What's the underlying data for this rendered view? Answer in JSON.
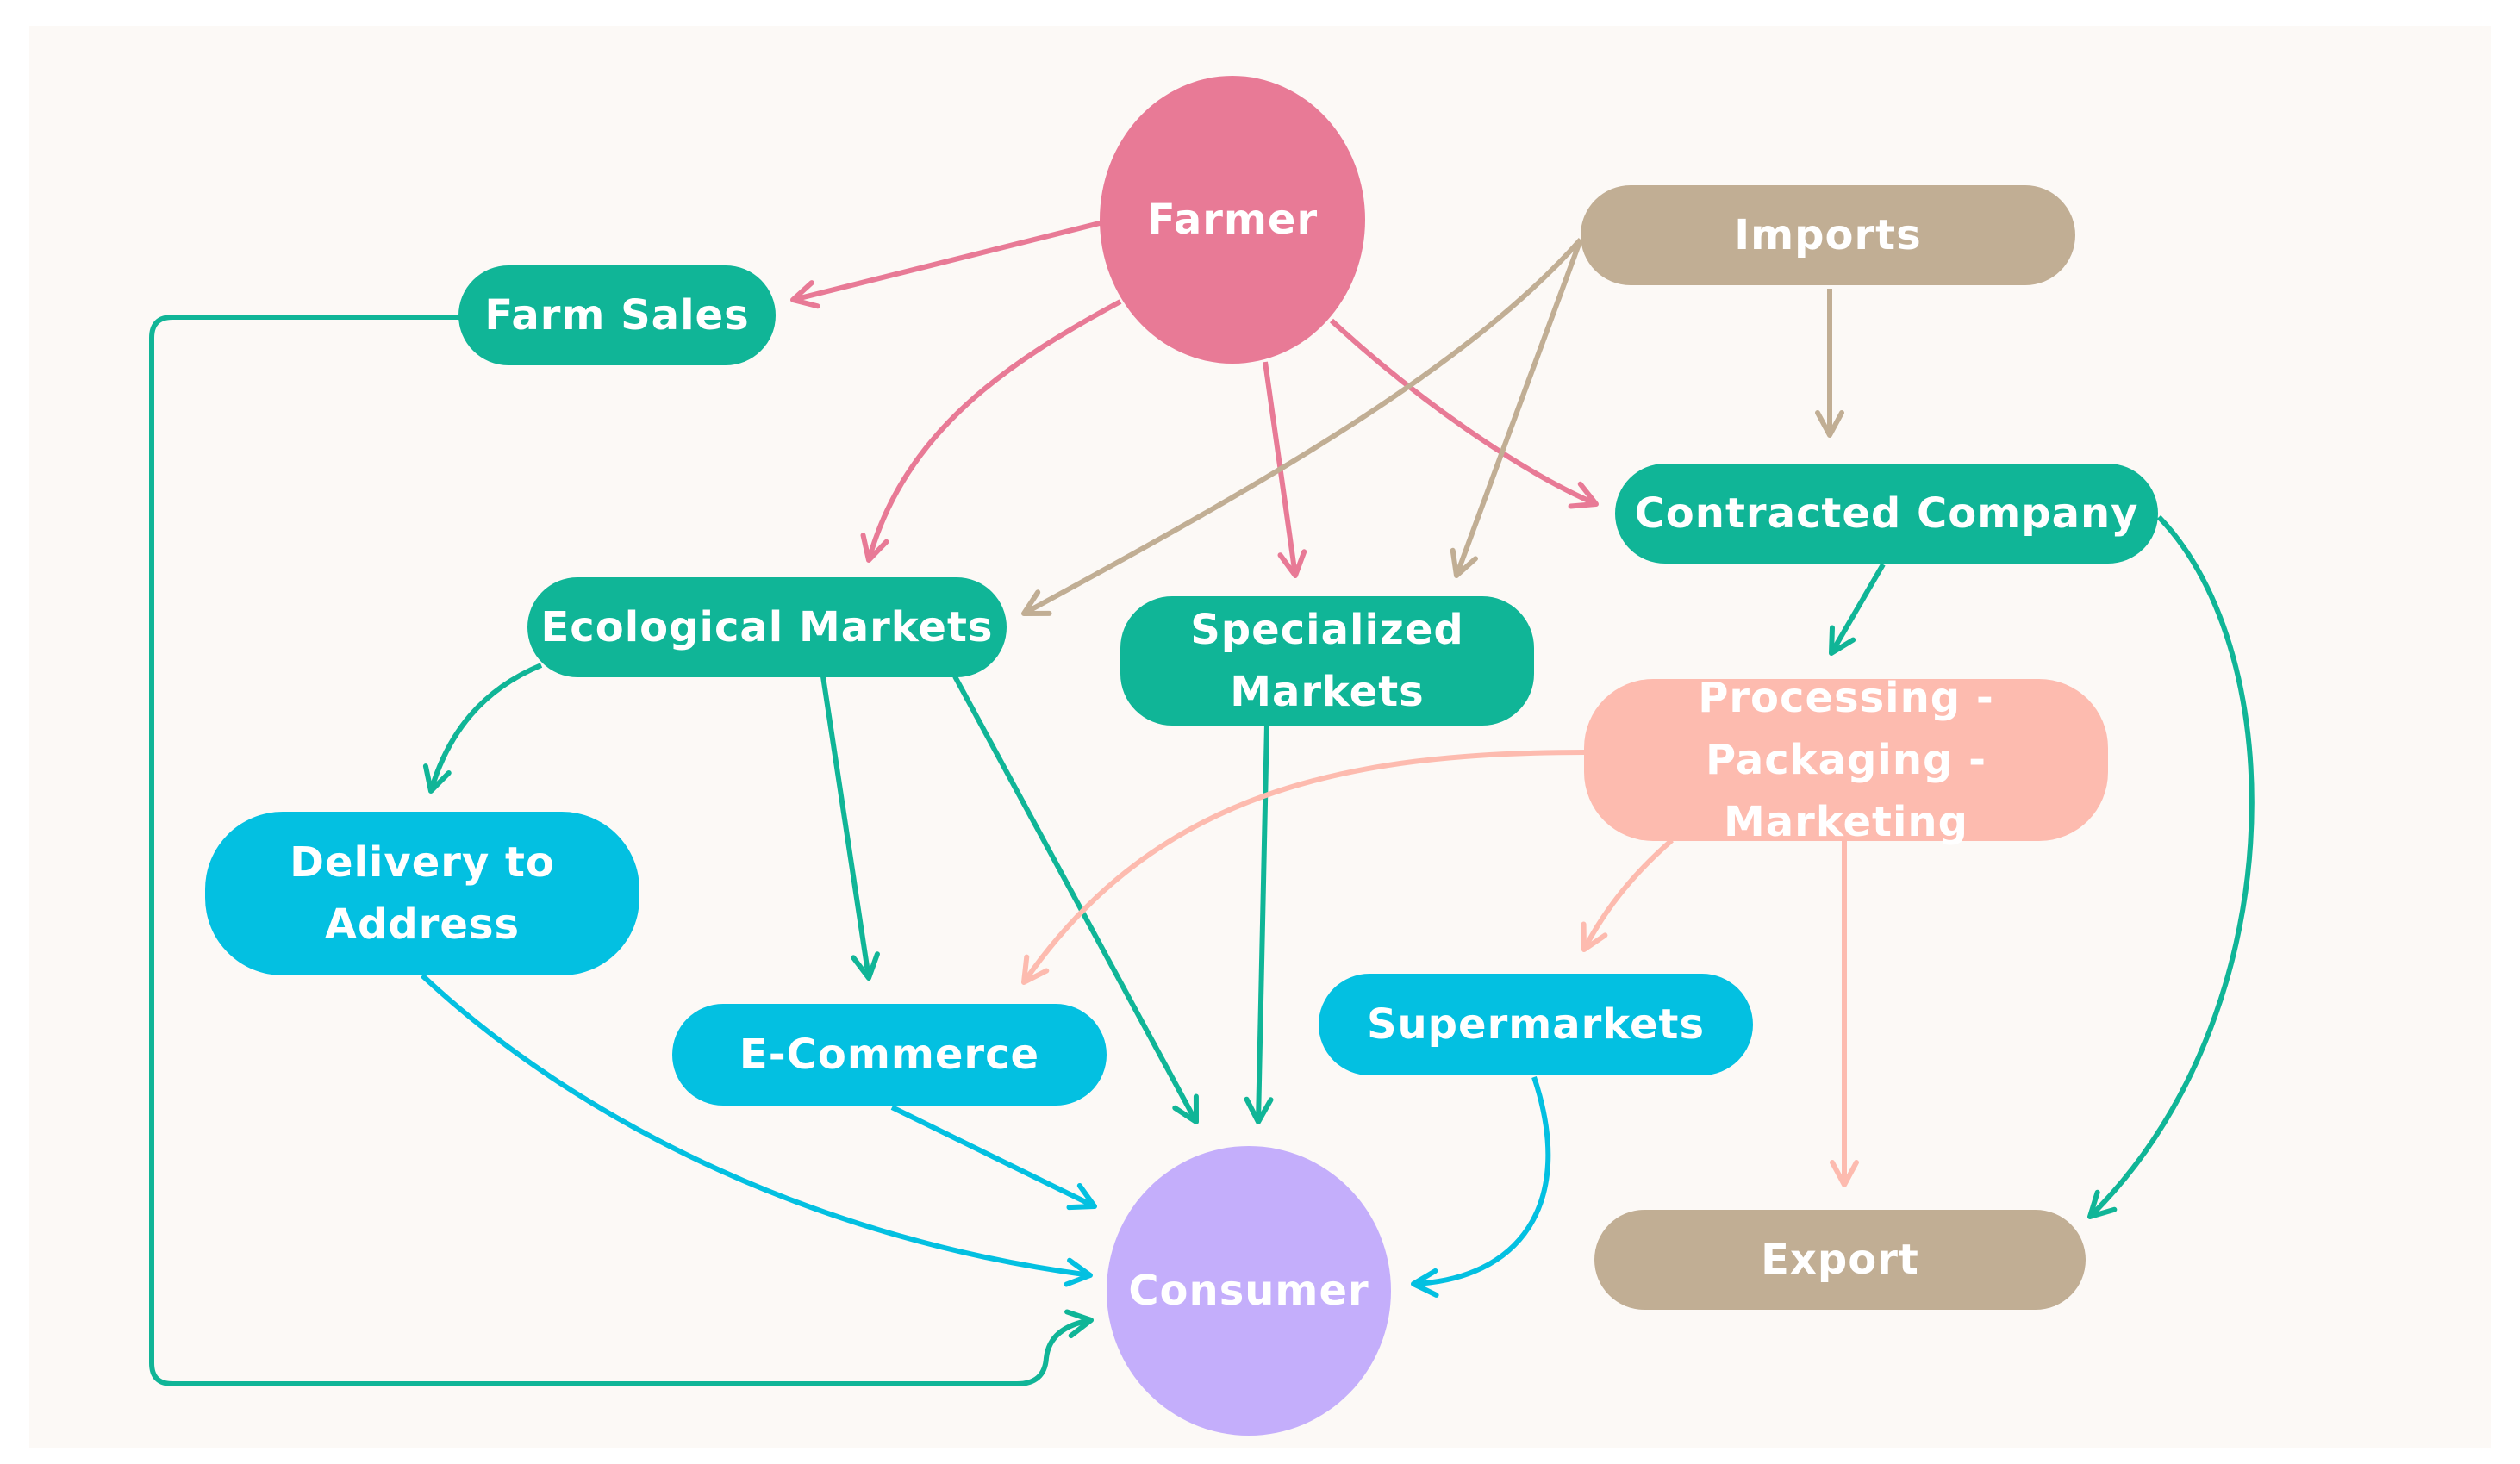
{
  "colors": {
    "background": "#fcf9f6",
    "farmer": "#e87a96",
    "teal": "#10b597",
    "cyan": "#03c0e1",
    "tan": "#c1ae94",
    "salmon": "#fdbbaf",
    "consumer": "#c4aefb",
    "text": "#ffffff"
  },
  "nodes": {
    "farmer": "Farmer",
    "farm_sales": "Farm Sales",
    "imports": "Imports",
    "contracted_company": "Contracted Company",
    "ecological_markets": "Ecological Markets",
    "specialized_markets": "Specialized\nMarkets",
    "processing": "Processing -\nPackaging - Marketing",
    "delivery": "Delivery to\nAddress",
    "ecommerce": "E-Commerce",
    "supermarkets": "Supermarkets",
    "consumer": "Consumer",
    "export": "Export"
  },
  "edges": [
    {
      "from": "Farmer",
      "to": "Farm Sales",
      "color": "farmer"
    },
    {
      "from": "Farmer",
      "to": "Ecological Markets",
      "color": "farmer"
    },
    {
      "from": "Farmer",
      "to": "Specialized Markets",
      "color": "farmer"
    },
    {
      "from": "Farmer",
      "to": "Contracted Company",
      "color": "farmer"
    },
    {
      "from": "Imports",
      "to": "Ecological Markets",
      "color": "tan"
    },
    {
      "from": "Imports",
      "to": "Specialized Markets",
      "color": "tan"
    },
    {
      "from": "Imports",
      "to": "Contracted Company",
      "color": "tan"
    },
    {
      "from": "Farm Sales",
      "to": "Consumer",
      "color": "teal"
    },
    {
      "from": "Contracted Company",
      "to": "Processing - Packaging - Marketing",
      "color": "teal"
    },
    {
      "from": "Contracted Company",
      "to": "Export",
      "color": "teal"
    },
    {
      "from": "Ecological Markets",
      "to": "Delivery to Address",
      "color": "teal"
    },
    {
      "from": "Ecological Markets",
      "to": "E-Commerce",
      "color": "teal"
    },
    {
      "from": "Ecological Markets",
      "to": "Consumer",
      "color": "teal"
    },
    {
      "from": "Specialized Markets",
      "to": "Consumer",
      "color": "teal"
    },
    {
      "from": "Processing - Packaging - Marketing",
      "to": "E-Commerce",
      "color": "salmon"
    },
    {
      "from": "Processing - Packaging - Marketing",
      "to": "Supermarkets",
      "color": "salmon"
    },
    {
      "from": "Processing - Packaging - Marketing",
      "to": "Export",
      "color": "salmon"
    },
    {
      "from": "Delivery to Address",
      "to": "Consumer",
      "color": "cyan"
    },
    {
      "from": "E-Commerce",
      "to": "Consumer",
      "color": "cyan"
    },
    {
      "from": "Supermarkets",
      "to": "Consumer",
      "color": "cyan"
    }
  ]
}
